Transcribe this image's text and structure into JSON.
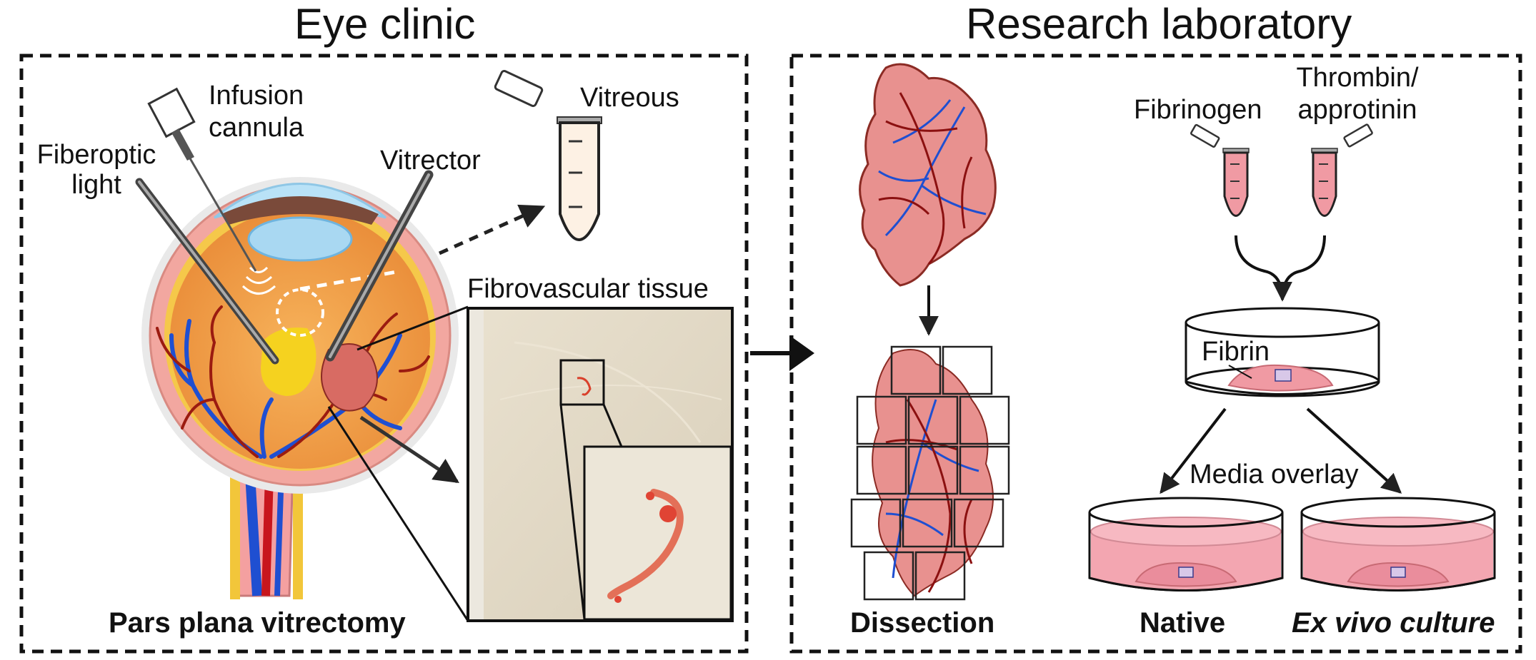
{
  "panels": {
    "left": {
      "title": "Eye clinic",
      "caption": "Pars plana vitrectomy"
    },
    "right": {
      "title": "Research laboratory"
    }
  },
  "labels": {
    "infusion_cannula_1": "Infusion",
    "infusion_cannula_2": "cannula",
    "fiberoptic_1": "Fiberoptic",
    "fiberoptic_2": "light",
    "vitrector": "Vitrector",
    "vitreous": "Vitreous",
    "fibrovascular_tissue": "Fibrovascular tissue",
    "fibrinogen": "Fibrinogen",
    "thrombin_1": "Thrombin/",
    "thrombin_2": "approtinin",
    "fibrin": "Fibrin",
    "media_overlay": "Media overlay"
  },
  "captions": {
    "dissection": "Dissection",
    "native": "Native",
    "ex_vivo_culture": "Ex vivo culture"
  },
  "colors": {
    "sclera": "#f2a7a0",
    "vitreous_body": "#f5a84a",
    "vein": "#1f4fd1",
    "artery": "#9b1b10",
    "tissue": "#e8918f",
    "lens": "#a9d8f2",
    "dish_media": "#f19aa7"
  }
}
